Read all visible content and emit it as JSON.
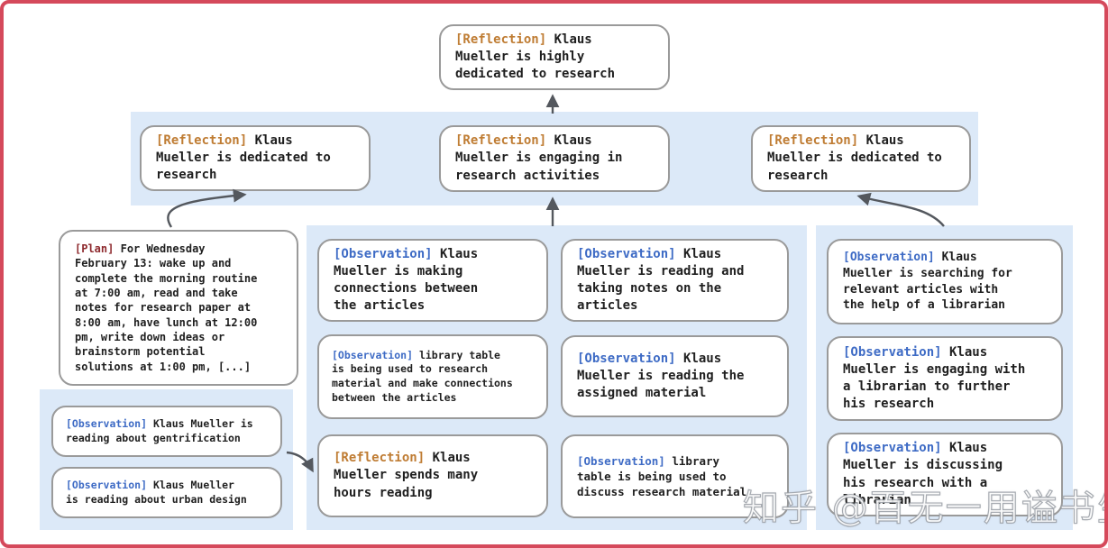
{
  "colors": {
    "frame_border": "#d5495b",
    "band_bg": "#dce9f8",
    "box_border": "#9a9a9a",
    "text_color": "#1f1f1f",
    "reflection_label": "#bf7c33",
    "observation_label": "#3e6bc5",
    "plan_label": "#8e2a2e",
    "arrow_color": "#54585e"
  },
  "nodes": {
    "top_reflection": {
      "tag": "[Reflection]",
      "text": "Klaus Mueller is highly dedicated to research"
    },
    "reflection_left": {
      "tag": "[Reflection]",
      "text": "Klaus Mueller is dedicated to research"
    },
    "reflection_mid": {
      "tag": "[Reflection]",
      "text": "Klaus Mueller is engaging in research activities"
    },
    "reflection_right": {
      "tag": "[Reflection]",
      "text": "Klaus Mueller is dedicated to research"
    },
    "plan": {
      "tag": "[Plan]",
      "text": "For Wednesday February 13: wake up and complete the morning routine at 7:00 am, read and take notes for research paper at 8:00 am, have lunch at 12:00 pm, write down ideas or brainstorm potential solutions at 1:00 pm, [...]"
    },
    "obs_gentrification": {
      "tag": "[Observation]",
      "text": "Klaus Mueller is reading about gentrification"
    },
    "obs_urban_design": {
      "tag": "[Observation]",
      "text": "Klaus Mueller is reading about urban design"
    },
    "obs_connections": {
      "tag": "[Observation]",
      "text": "Klaus Mueller is making connections between the articles"
    },
    "obs_library_research": {
      "tag": "[Observation]",
      "text": "library table is being used to research material and make connections between the articles"
    },
    "reflection_hours": {
      "tag": "[Reflection]",
      "text": "Klaus Mueller spends many hours reading"
    },
    "obs_taking_notes": {
      "tag": "[Observation]",
      "text": "Klaus Mueller is reading and taking notes on the articles"
    },
    "obs_assigned_material": {
      "tag": "[Observation]",
      "text": "Klaus Mueller is reading the assigned material"
    },
    "obs_library_discuss": {
      "tag": "[Observation]",
      "text": "library table is being used to discuss research material"
    },
    "obs_searching_librarian": {
      "tag": "[Observation]",
      "text": "Klaus Mueller is searching for relevant articles with the help of a librarian"
    },
    "obs_engaging_librarian": {
      "tag": "[Observation]",
      "text": "Klaus Mueller is engaging with a librarian to further his research"
    },
    "obs_discussing_librarian": {
      "tag": "[Observation]",
      "text": "Klaus Mueller is discussing his research with a librarian"
    }
  },
  "watermark": {
    "text": "知乎 @百无一用谥书生"
  }
}
